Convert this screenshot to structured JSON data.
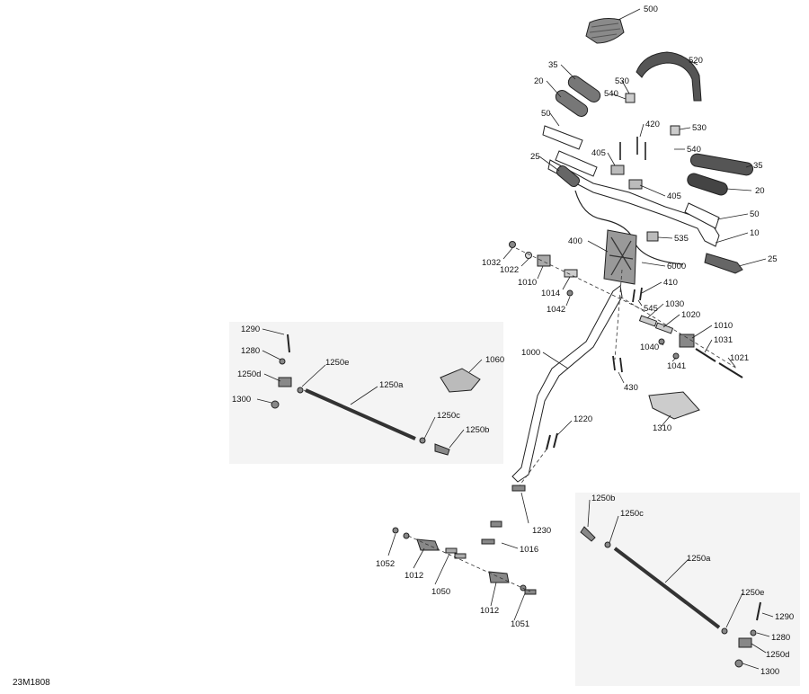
{
  "diagram_id": "23M1808",
  "part_labels": {
    "p500": "500",
    "p520": "520",
    "p35a": "35",
    "p530a": "530",
    "p20a": "20",
    "p540a": "540",
    "p420": "420",
    "p50a": "50",
    "p530b": "530",
    "p405a": "405",
    "p540b": "540",
    "p25a": "25",
    "p35b": "35",
    "p405b": "405",
    "p20b": "20",
    "p50b": "50",
    "p10": "10",
    "p400": "400",
    "p535": "535",
    "p25b": "25",
    "p1032": "1032",
    "p6000": "6000",
    "p1022": "1022",
    "p410": "410",
    "p1010a": "1010",
    "p1014": "1014",
    "p1030": "1030",
    "p545": "545",
    "p1020": "1020",
    "p1042": "1042",
    "p1010b": "1010",
    "p1031": "1031",
    "p1040": "1040",
    "p1021": "1021",
    "p1041": "1041",
    "p1000": "1000",
    "p1290a": "1290",
    "p430": "430",
    "p1280a": "1280",
    "p1060": "1060",
    "p1250e_a": "1250e",
    "p1250d_a": "1250d",
    "p1250a_a": "1250a",
    "p1300a": "1300",
    "p1310": "1310",
    "p1220": "1220",
    "p1250c_a": "1250c",
    "p1250b_a": "1250b",
    "p1250b_b": "1250b",
    "p1230": "1230",
    "p1250c_b": "1250c",
    "p1016": "1016",
    "p1052": "1052",
    "p1250a_b": "1250a",
    "p1012a": "1012",
    "p1050": "1050",
    "p1012b": "1012",
    "p1250e_b": "1250e",
    "p1290b": "1290",
    "p1051": "1051",
    "p1280b": "1280",
    "p1250d_b": "1250d",
    "p1300b": "1300"
  }
}
